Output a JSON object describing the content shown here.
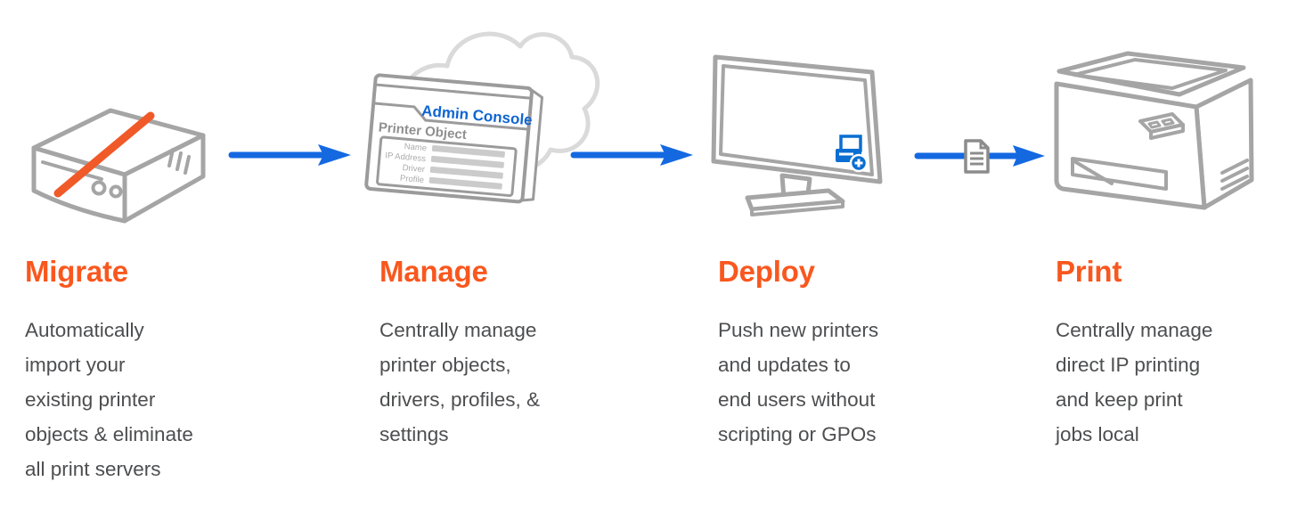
{
  "page": {
    "background": "#ffffff"
  },
  "colors": {
    "heading_orange": "#F9571E",
    "slash_orange": "#F05A28",
    "arrow_blue": "#1469E1",
    "deploy_icon_blue": "#0A6ED2",
    "console_header_blue": "#0F65D2",
    "icon_stroke_gray": "#A5A5A5",
    "cloud_gray": "#DADADA",
    "body_text_gray": "#4D4E50"
  },
  "steps": [
    {
      "title": "Migrate",
      "description": "Automatically\nimport your\nexisting printer\nobjects & eliminate\nall print servers",
      "icon": "print-server-slash-icon"
    },
    {
      "title": "Manage",
      "description": "Centrally manage\nprinter objects,\ndrivers, profiles, &\nsettings",
      "icon": "cloud-admin-console-icon"
    },
    {
      "title": "Deploy",
      "description": "Push new printers\nand updates to\nend users without\nscripting or GPOs",
      "icon": "workstation-add-printer-icon"
    },
    {
      "title": "Print",
      "description": "Centrally manage\ndirect IP printing\nand keep print\njobs local",
      "icon": "printer-icon"
    }
  ],
  "console_card": {
    "header": "Admin Console",
    "title": "Printer Object",
    "fields": [
      "Name",
      "IP Address",
      "Driver",
      "Profile"
    ]
  }
}
